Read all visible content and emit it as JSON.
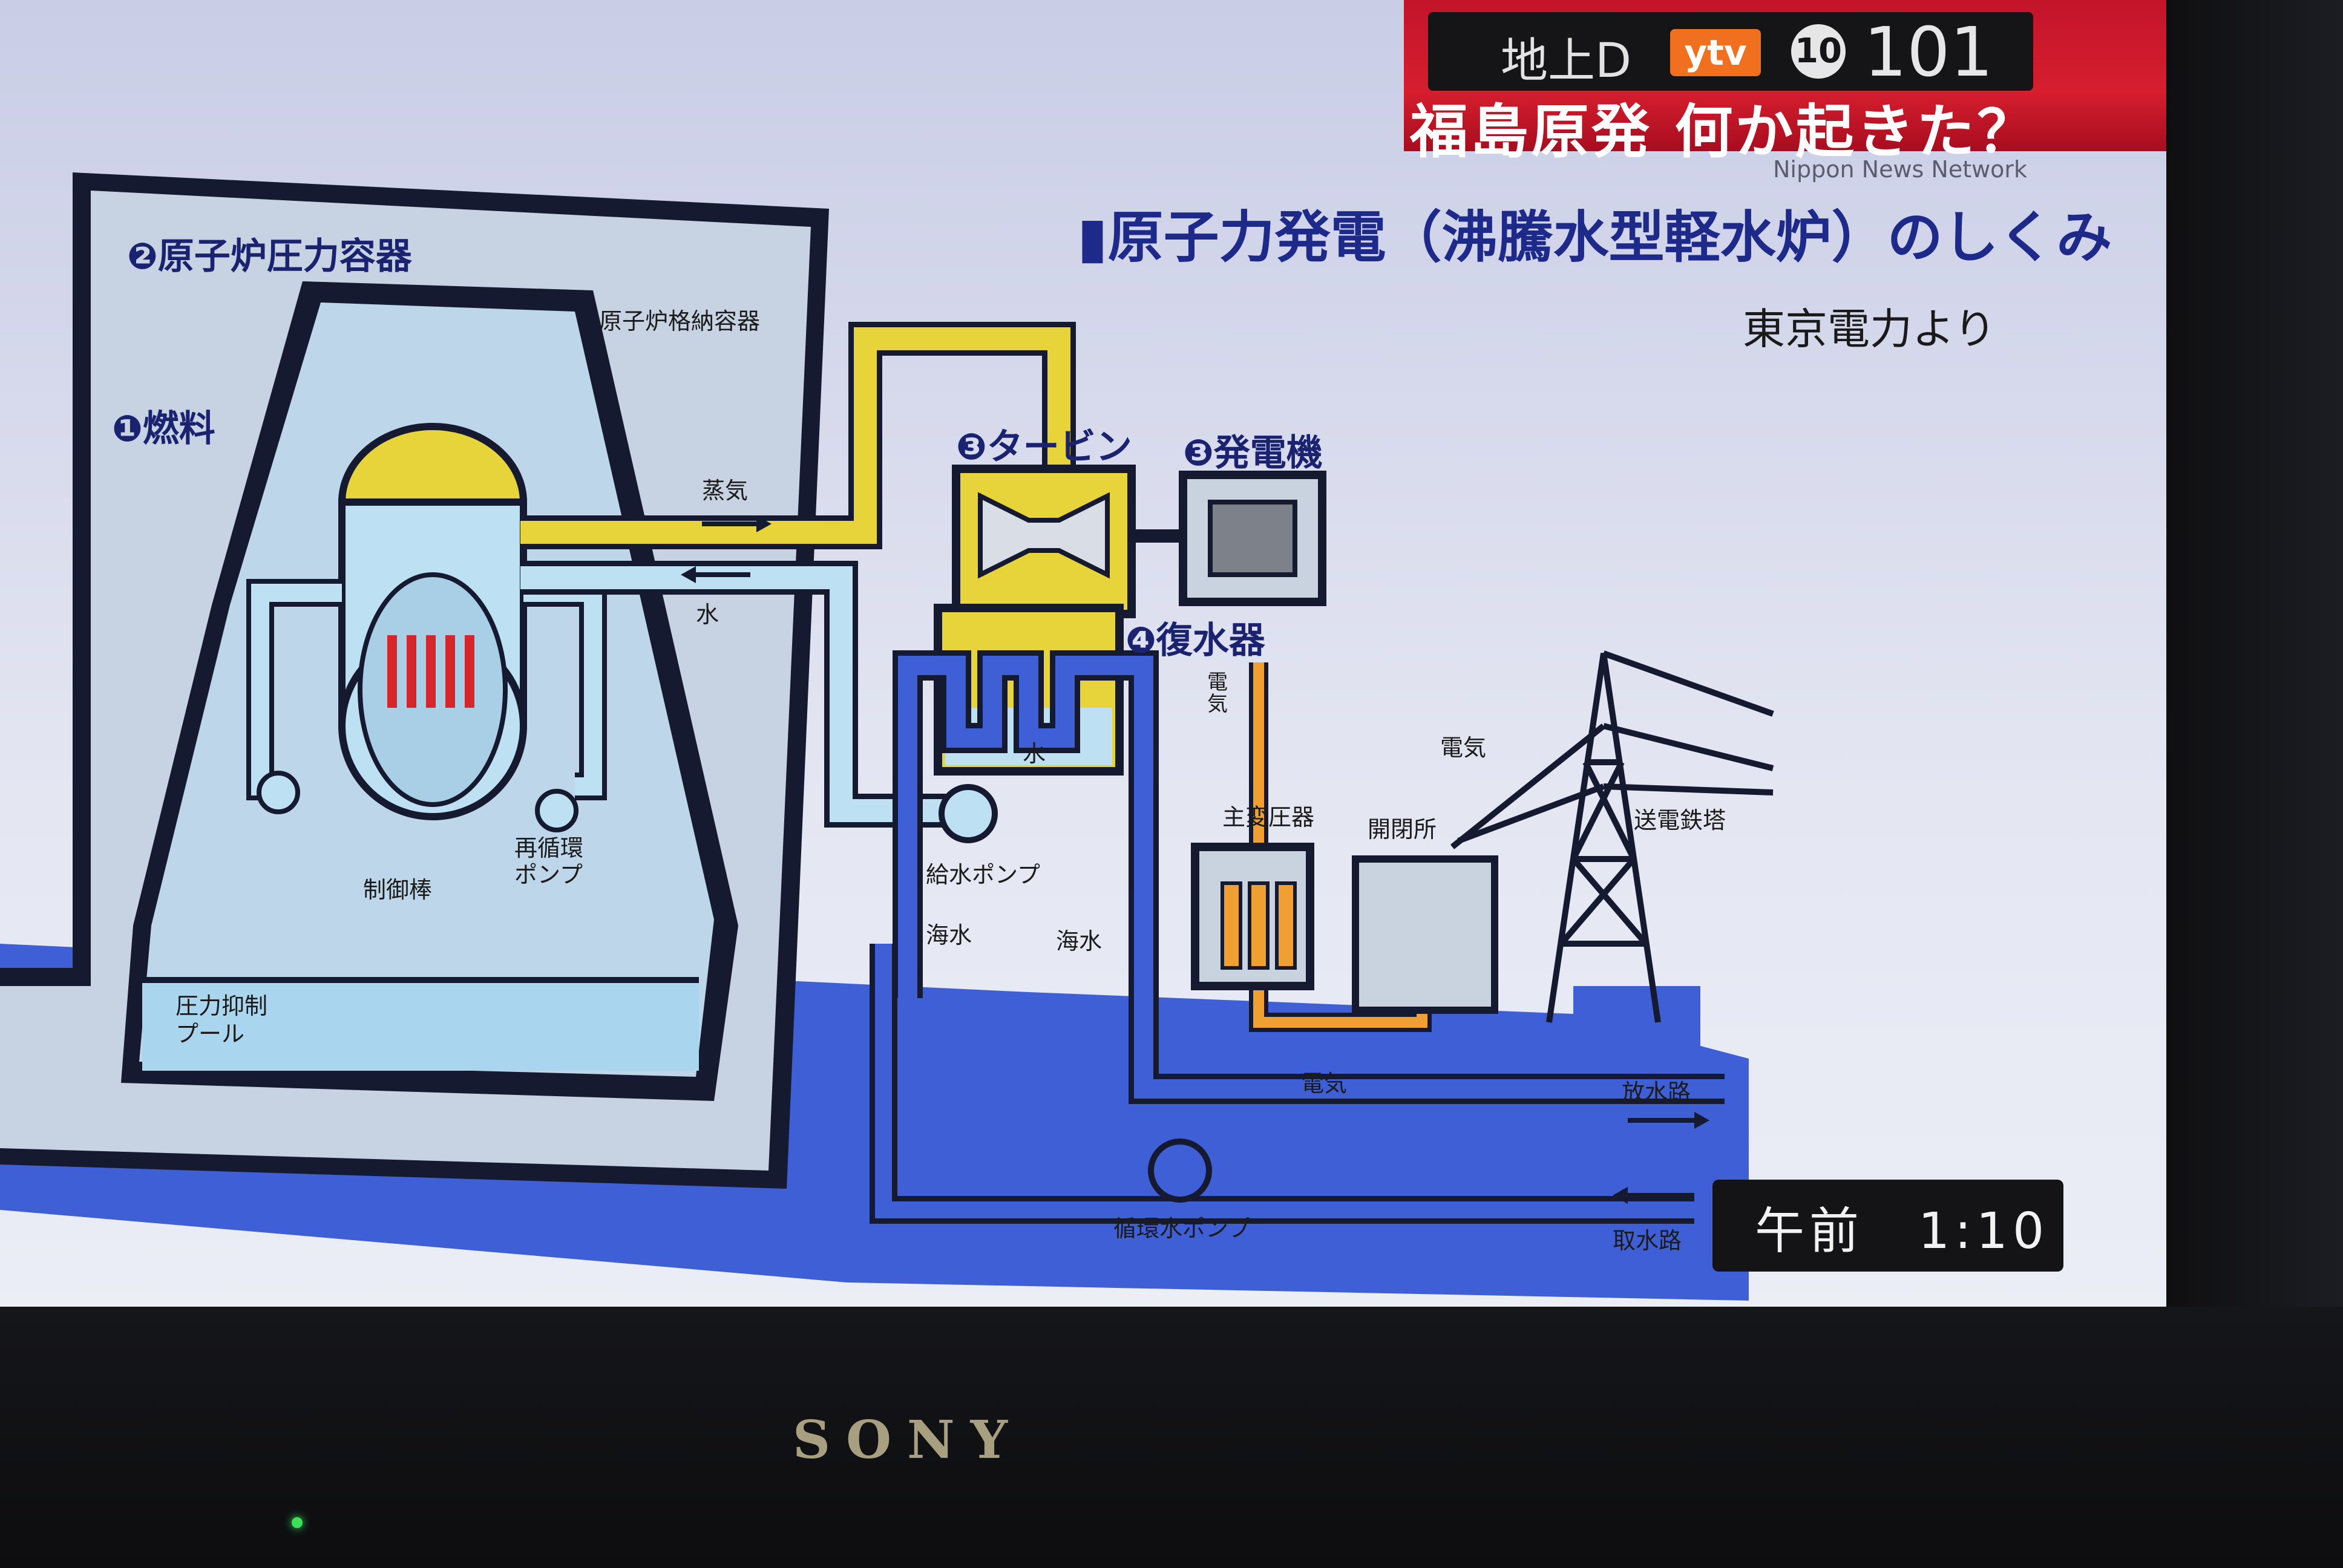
{
  "broadcast": {
    "channel_label": "地上D",
    "station_logo": "ytv",
    "channel_circle": "10",
    "channel_number": "101",
    "headline": "福島原発 何か起きた？",
    "network": "Nippon News Network",
    "time": "午前　1:10"
  },
  "diagram": {
    "title": "▮原子力発電（沸騰水型軽水炉）のしくみ",
    "source": "東京電力より",
    "labels": {
      "pressure_vessel": "❷原子炉圧力容器",
      "containment": "原子炉格納容器",
      "fuel": "❶燃料",
      "steam": "蒸気",
      "water": "水",
      "turbine": "❸タービン",
      "generator": "❸発電機",
      "condenser": "❹復水器",
      "electricity_vertical": "電気",
      "condenser_water": "水",
      "control_rods": "制御棒",
      "recirc_pump": "再循環\nポンプ",
      "feed_pump": "給水ポンプ",
      "seawater_1": "海水",
      "seawater_2": "海水",
      "transformer": "主変圧器",
      "switchyard": "開閉所",
      "electricity_diag": "電気",
      "tower": "送電鉄塔",
      "suppression_pool": "圧力抑制\nプール",
      "electricity_bottom": "電気",
      "discharge": "放水路",
      "circ_pump": "循環水ポンプ",
      "intake": "取水路"
    }
  },
  "device": {
    "brand": "SONY"
  },
  "colors": {
    "sea": "#3f5fd6",
    "steam_pipe": "#e6d43a",
    "water_pipe": "#b9dcef",
    "electric": "#f0a030",
    "building": "#c9d3e0",
    "banner_red": "#c3142a"
  }
}
